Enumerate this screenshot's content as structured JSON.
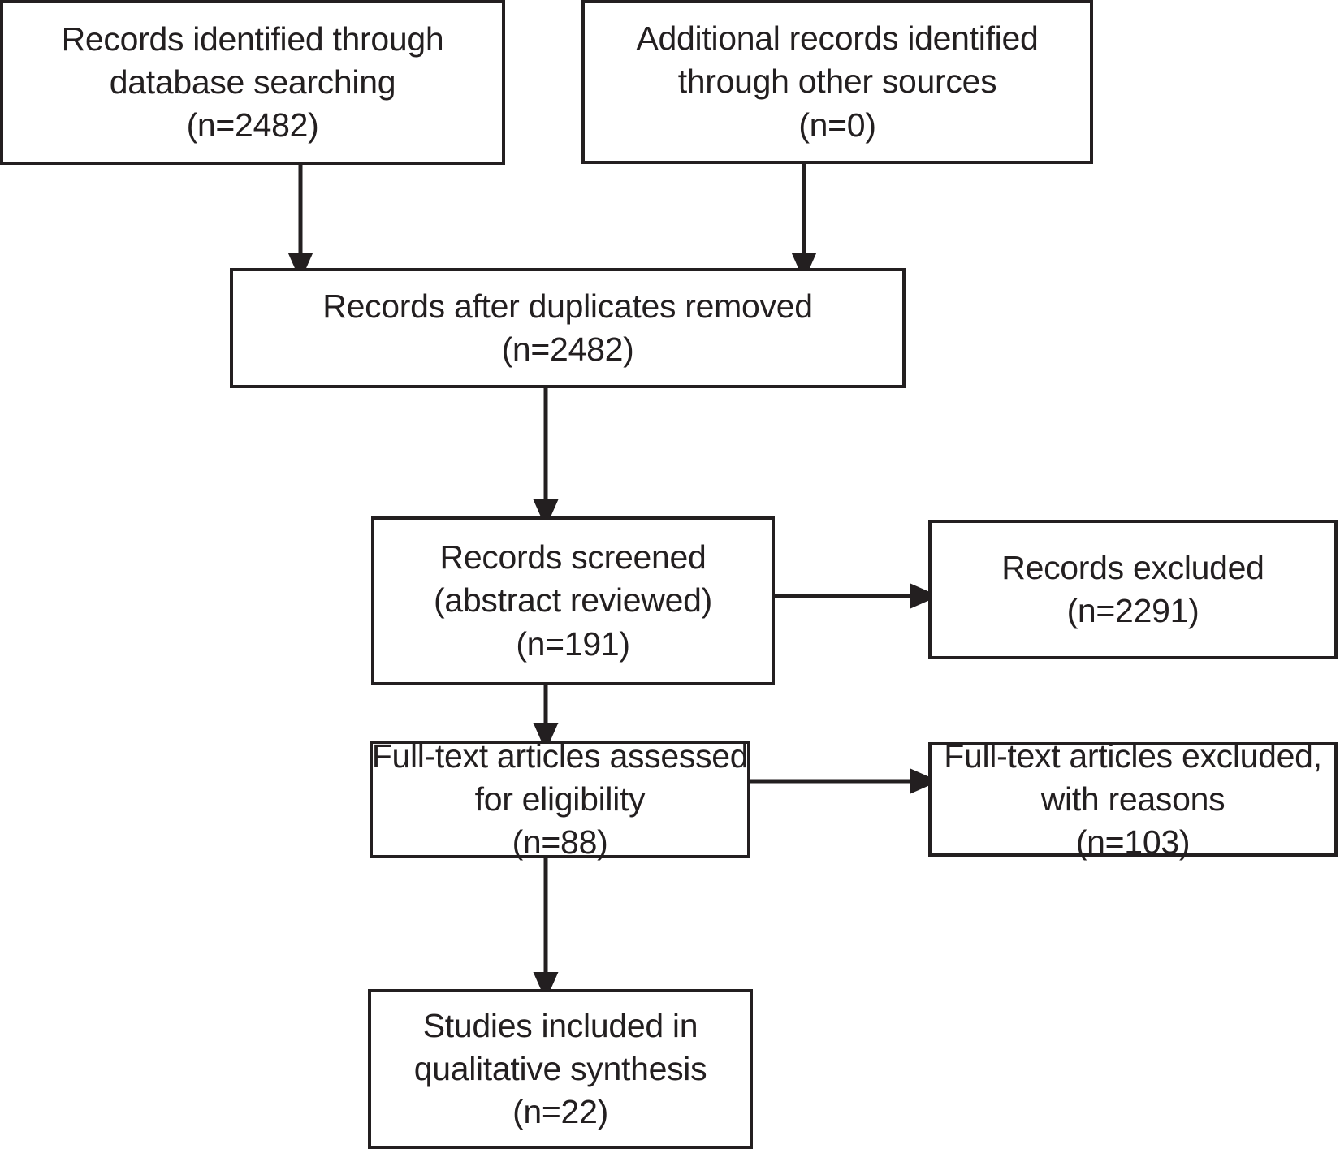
{
  "diagram": {
    "type": "prisma-flow-diagram",
    "title": "",
    "accent_color": "#231f20",
    "background_color": "#ffffff",
    "nodes": [
      {
        "id": "records-identified-database",
        "lines": [
          "Records identified through",
          "database searching",
          "(n=2482)"
        ],
        "count_label": "(n=2482)",
        "count": 2482
      },
      {
        "id": "additional-records-other-sources",
        "lines": [
          "Additional records identified",
          "through other sources",
          "(n=0)"
        ],
        "count_label": "(n=0)",
        "count": 0
      },
      {
        "id": "records-after-duplicates-removed",
        "lines": [
          "Records after duplicates removed",
          "(n=2482)"
        ],
        "count_label": "(n=2482)",
        "count": 2482
      },
      {
        "id": "records-screened",
        "lines": [
          "Records screened",
          "(abstract reviewed)",
          "(n=191)"
        ],
        "count_label": "(n=191)",
        "count": 191
      },
      {
        "id": "records-excluded",
        "lines": [
          "Records excluded",
          "(n=2291)"
        ],
        "count_label": "(n=2291)",
        "count": 2291
      },
      {
        "id": "full-text-assessed",
        "lines": [
          "Full-text articles assessed",
          "for eligibility",
          "(n=88)"
        ],
        "count_label": "(n=88)",
        "count": 88
      },
      {
        "id": "full-text-excluded",
        "lines": [
          "Full-text articles excluded,",
          "with reasons",
          "(n=103)"
        ],
        "count_label": "(n=103)",
        "count": 103
      },
      {
        "id": "studies-included",
        "lines": [
          "Studies included in",
          "qualitative synthesis",
          "(n=22)"
        ],
        "count_label": "(n=22)",
        "count": 22
      }
    ],
    "edges": [
      {
        "from": "records-identified-database",
        "to": "records-after-duplicates-removed",
        "direction": "down"
      },
      {
        "from": "additional-records-other-sources",
        "to": "records-after-duplicates-removed",
        "direction": "down"
      },
      {
        "from": "records-after-duplicates-removed",
        "to": "records-screened",
        "direction": "down"
      },
      {
        "from": "records-screened",
        "to": "records-excluded",
        "direction": "right"
      },
      {
        "from": "records-screened",
        "to": "full-text-assessed",
        "direction": "down"
      },
      {
        "from": "full-text-assessed",
        "to": "full-text-excluded",
        "direction": "right"
      },
      {
        "from": "full-text-assessed",
        "to": "studies-included",
        "direction": "down"
      }
    ]
  }
}
